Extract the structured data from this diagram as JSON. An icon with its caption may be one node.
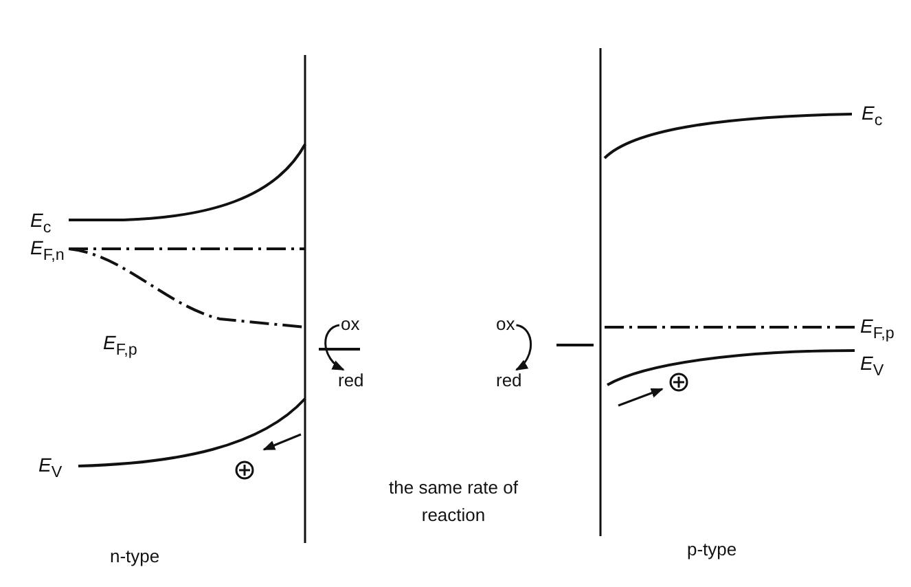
{
  "diagram": {
    "nodes": [
      {
        "text": [
          "ox"
        ]
      },
      {
        "text": [
          "red"
        ]
      },
      {
        "text": [
          "ox"
        ]
      },
      {
        "text": [
          "red"
        ]
      }
    ],
    "edges": [
      {
        "from": 0,
        "to": 1,
        "arrow": "to"
      },
      {
        "from": 2,
        "to": 3,
        "arrow": "to"
      }
    ],
    "labels": [
      "*E*$_{c}$",
      "*E*$_{F,n}$",
      "*E*$_{F,p}$",
      "*E*$_{V}$",
      "*E*$_{c}$",
      "*E*$_{F,p}$",
      "*E*$_{V}$",
      "the same rate of reaction",
      "n-type",
      "p-type"
    ]
  }
}
